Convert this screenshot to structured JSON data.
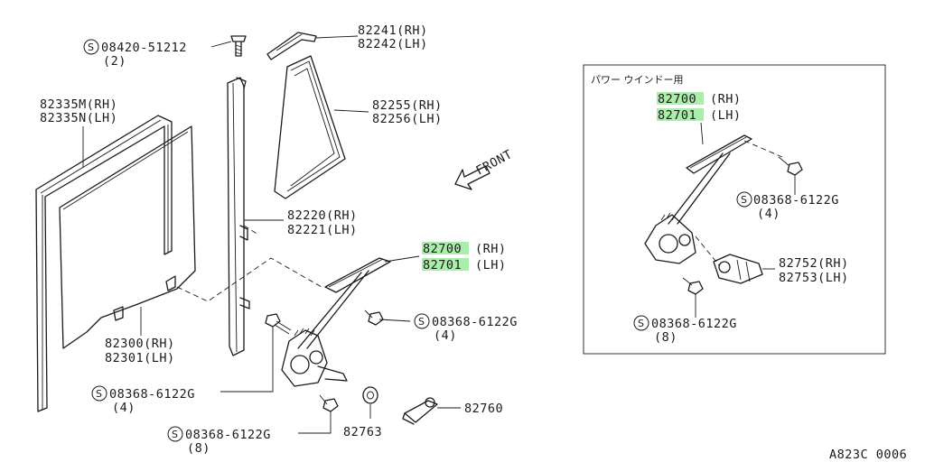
{
  "labels": {
    "screw_top": "08420-51212",
    "screw_top_qty": "(2)",
    "mold_rh": "82241(RH)",
    "mold_lh": "82242(LH)",
    "weatherstrip_rh": "82335M(RH)",
    "weatherstrip_lh": "82335N(LH)",
    "glass_vent_rh": "82255(RH)",
    "glass_vent_lh": "82256(LH)",
    "sash_rh": "82220(RH)",
    "sash_lh": "82221(LH)",
    "regulator_rh_code": "82700",
    "regulator_rh_side": "(RH)",
    "regulator_lh_code": "82701",
    "regulator_lh_side": "(LH)",
    "bolt_mid": "08368-6122G",
    "bolt_mid_qty": "(4)",
    "glass_rh": "82300(RH)",
    "glass_lh": "82301(LH)",
    "bolt_left": "08368-6122G",
    "bolt_left_qty": "(4)",
    "bolt_bottom": "08368-6122G",
    "bolt_bottom_qty": "(8)",
    "washer": "82763",
    "handle": "82760",
    "front": "FRONT",
    "code": "A823C 0006"
  },
  "inset": {
    "title": "パワー ウインドー用",
    "regulator_rh_code": "82700",
    "regulator_rh_side": "(RH)",
    "regulator_lh_code": "82701",
    "regulator_lh_side": "(LH)",
    "bolt_right": "08368-6122G",
    "bolt_right_qty": "(4)",
    "motor_rh": "82752(RH)",
    "motor_lh": "82753(LH)",
    "bolt_bottom": "08368-6122G",
    "bolt_bottom_qty": "(8)"
  },
  "colors": {
    "highlight": "#8fe88f",
    "ink": "#1a1a1a"
  },
  "icons": {
    "s_mark": "circled-S-standard-part-icon"
  }
}
